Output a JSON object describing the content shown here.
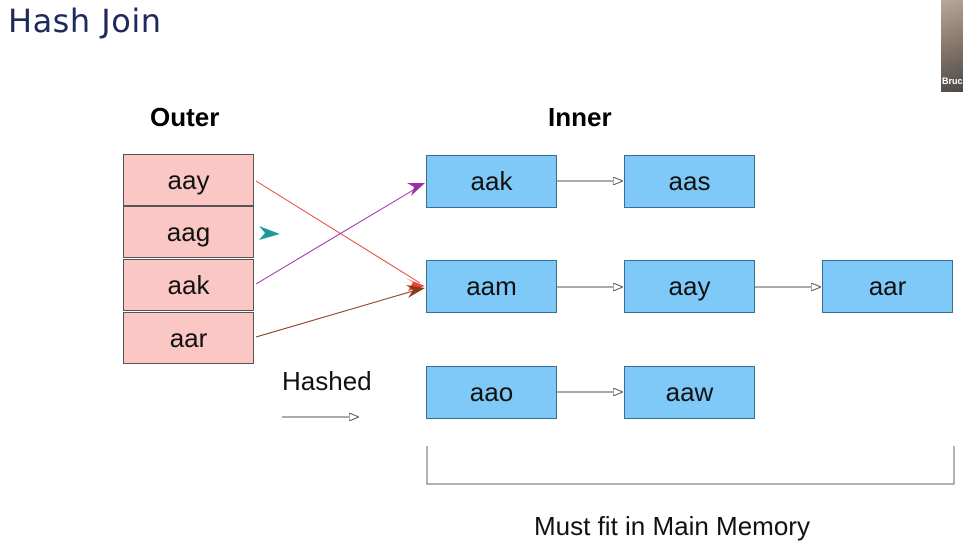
{
  "slide": {
    "title": "Hash Join"
  },
  "outer": {
    "heading": "Outer",
    "cells": [
      "aay",
      "aag",
      "aak",
      "aar"
    ]
  },
  "inner": {
    "heading": "Inner",
    "buckets": [
      [
        "aak",
        "aas"
      ],
      [
        "aam",
        "aay",
        "aar"
      ],
      [
        "aao",
        "aaw"
      ]
    ]
  },
  "legend": {
    "label": "Hashed"
  },
  "memory_note": "Must fit in Main Memory",
  "webcam": {
    "name": "Bruc"
  },
  "colors": {
    "outer_fill": "#fac7c4",
    "inner_fill": "#7fc9f8",
    "arrow_aay": "#e8463a",
    "arrow_aag": "#1a9a9a",
    "arrow_aak": "#9b2fa8",
    "arrow_aar": "#8a3a16"
  }
}
